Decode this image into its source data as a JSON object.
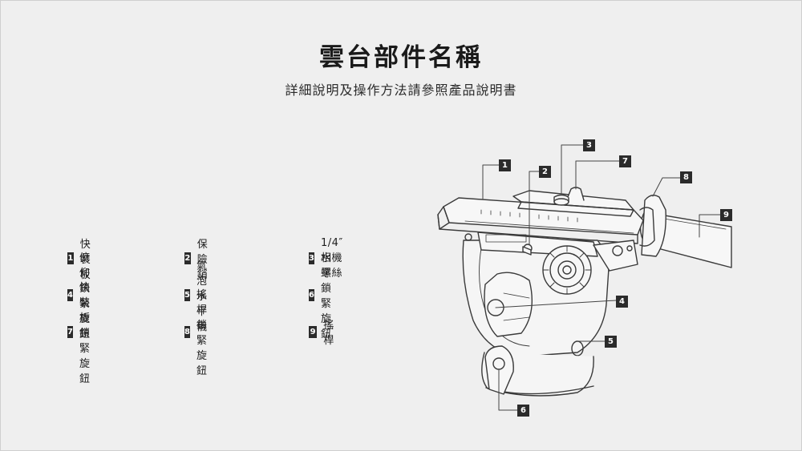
{
  "header": {
    "title": "雲台部件名稱",
    "subtitle": "詳細說明及操作方法請參照產品說明書"
  },
  "parts": [
    {
      "num": "1",
      "label": "快裝板"
    },
    {
      "num": "2",
      "label": "保險銷"
    },
    {
      "num": "3",
      "label": "1/4″ 相機螺絲"
    },
    {
      "num": "4",
      "label": "俯仰鎖緊旋鈕"
    },
    {
      "num": "5",
      "label": "氣泡水平儀"
    },
    {
      "num": "6",
      "label": "水平鎖緊旋鈕"
    },
    {
      "num": "7",
      "label": "快裝板鎖緊旋鈕"
    },
    {
      "num": "8",
      "label": "搖桿鎖緊旋鈕"
    },
    {
      "num": "9",
      "label": "搖桿"
    }
  ],
  "callouts": [
    "1",
    "2",
    "3",
    "4",
    "5",
    "6",
    "7",
    "8",
    "9"
  ],
  "colors": {
    "background": "#efefef",
    "badge": "#2b2b2b",
    "line": "#3a3a3a"
  },
  "icons": [
    "video-tripod-head-drawing"
  ]
}
